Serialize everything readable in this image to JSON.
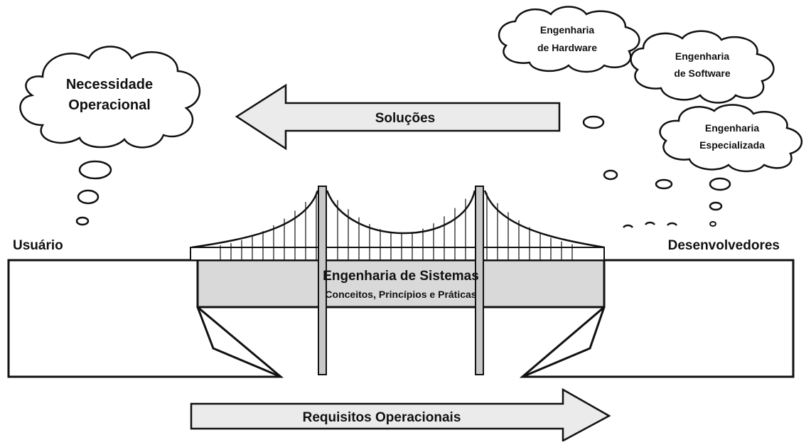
{
  "labels": {
    "user_need_line1": "Necessidade",
    "user_need_line2": "Operacional",
    "user": "Usuário",
    "developers": "Desenvolvedores",
    "solutions": "Soluções",
    "requirements": "Requisitos Operacionais",
    "bridge_title": "Engenharia de Sistemas",
    "bridge_subtitle": "Conceitos, Princípios e Práticas",
    "hardware_line1": "Engenharia",
    "hardware_line2": "de Hardware",
    "software_line1": "Engenharia",
    "software_line2": "de Software",
    "specialized_line1": "Engenharia",
    "specialized_line2": "Especializada"
  },
  "colors": {
    "stroke": "#111111",
    "arrow_fill": "#ebebeb",
    "deck_fill": "#d9d9d9",
    "tower_fill": "#c8c8c8",
    "background": "#ffffff"
  }
}
